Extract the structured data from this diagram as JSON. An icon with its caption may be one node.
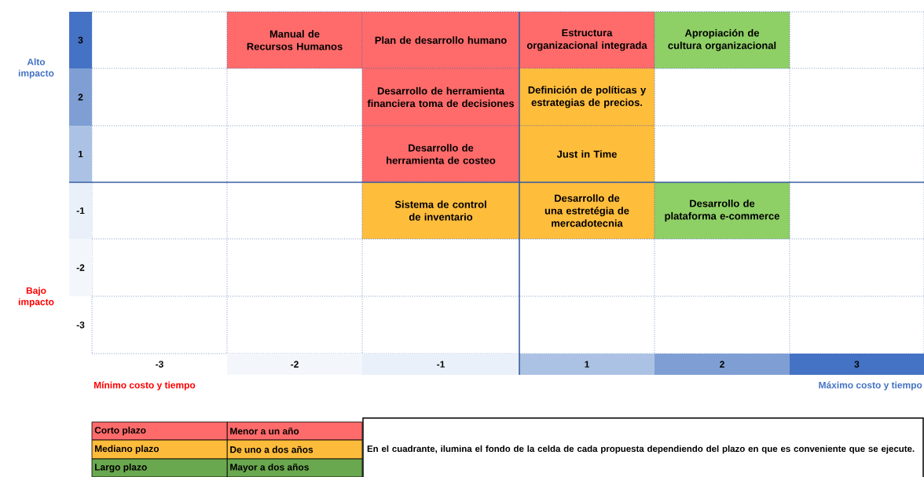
{
  "diagram": {
    "nodes": [
      {
        "text": [
          "Manual de Recursos Humanos"
        ]
      },
      {
        "text": [
          "Plan de desarrollo humano"
        ]
      },
      {
        "text": [
          "Estructura organizacional integrada"
        ]
      },
      {
        "text": [
          "Apropiación de cultura organizacional"
        ]
      },
      {
        "text": [
          "Desarrollo de herramienta financiera toma de decisiones"
        ]
      },
      {
        "text": [
          "Definición de políticas y estrategias de precios."
        ]
      },
      {
        "text": [
          "Desarrollo de herramienta de costeo"
        ]
      },
      {
        "text": [
          "Just in Time"
        ]
      },
      {
        "text": [
          "Sistema de control de inventario"
        ]
      },
      {
        "text": [
          "Desarrollo de una estretégia de mercadotecnia"
        ]
      },
      {
        "text": [
          "Desarrollo de plataforma e-commerce"
        ]
      },
      {
        "text": [
          "En el cuadrante, ilumina el fondo de la celda de cada propuesta dependiendo del plazo en que es conveniente que se ejecute."
        ]
      }
    ],
    "labels": [
      "Alto impacto",
      "3",
      "2",
      "1",
      "-1",
      "-2",
      "Bajo impacto",
      "-3",
      "-3",
      "-2",
      "-1",
      "1",
      "2",
      "3",
      "Mínimo costo y tiempo",
      "Máximo costo y tiempo",
      "Menor a un año",
      "De uno a dos años",
      "Mayor a dos años"
    ],
    "legend": [
      {
        "text": "Corto plazo",
        "color": "#ff6b6b"
      },
      {
        "text": "Mediano plazo",
        "color": "#fdbb3b"
      },
      {
        "text": "Largo plazo",
        "color": "#6aa84f"
      }
    ]
  }
}
